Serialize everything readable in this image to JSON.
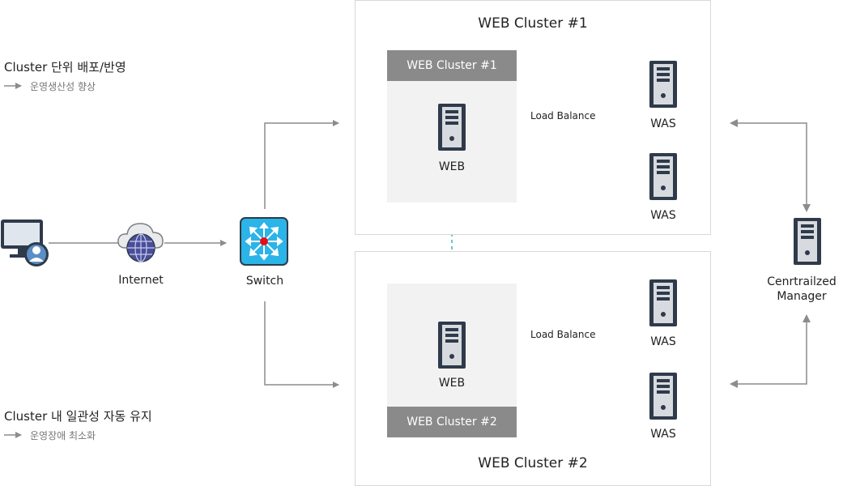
{
  "notes": {
    "deploy": {
      "title": "Cluster 단위 배포/반영",
      "sub": "운영생산성 향상"
    },
    "consistency": {
      "title": "Cluster 내 일관성 자동 유지",
      "sub": "운영장애 최소화"
    }
  },
  "nodes": {
    "internet": "Internet",
    "switch": "Switch",
    "manager": "Cenrtrailzed\nManager"
  },
  "clusters": [
    {
      "title": "WEB Cluster #1",
      "bar": "WEB Cluster #1",
      "web": "WEB",
      "lb": "Load Balance",
      "was": [
        "WAS",
        "WAS"
      ]
    },
    {
      "title": "WEB Cluster #2",
      "bar": "WEB Cluster #2",
      "web": "WEB",
      "lb": "Load Balance",
      "was": [
        "WAS",
        "WAS"
      ]
    }
  ],
  "colors": {
    "teal": "#3fb3b8",
    "gray_line": "#8c8c8c",
    "server_dark": "#2f3a4a",
    "switch_blue": "#2bb4e8"
  },
  "icons": [
    "computer-user-icon",
    "cloud-globe-icon",
    "switch-icon",
    "server-icon"
  ]
}
